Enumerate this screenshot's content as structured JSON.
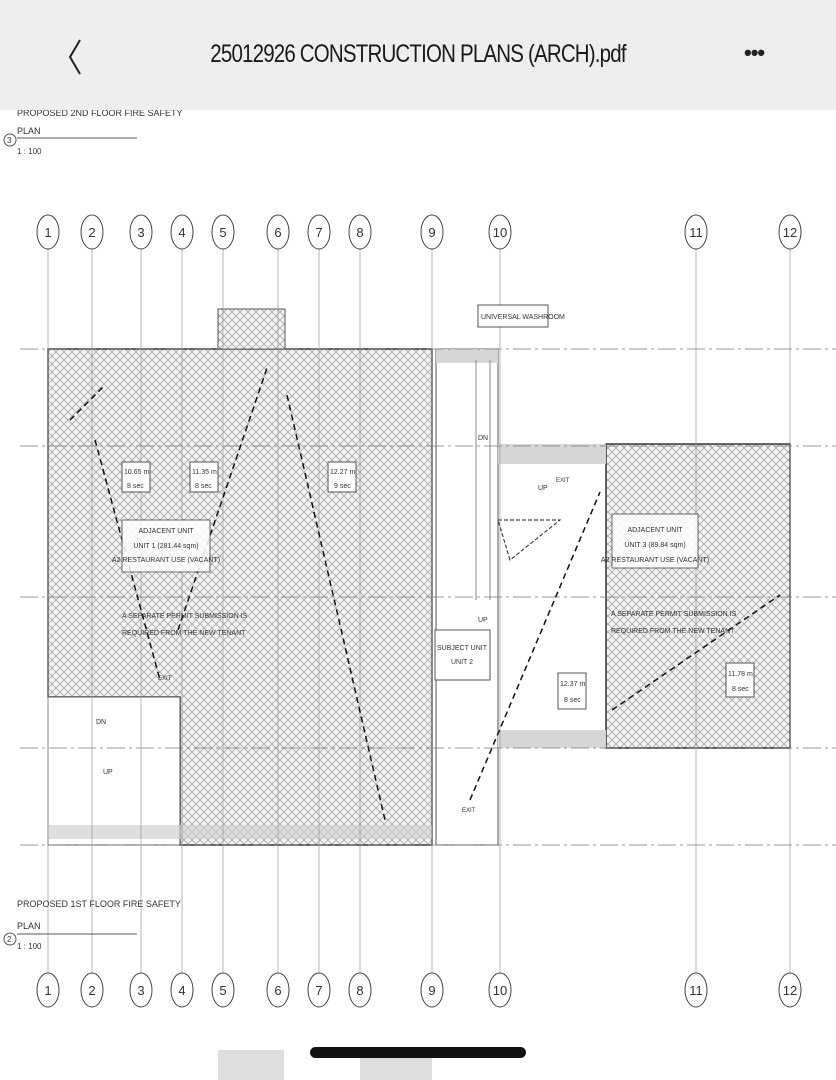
{
  "header": {
    "title": "25012926 CONSTRUCTION PLANS (ARCH).pdf",
    "back_icon": "chevron-left-icon",
    "more_icon": "ellipsis-icon"
  },
  "plan_top": {
    "title": "PROPOSED 2ND FLOOR FIRE SAFETY",
    "plan": "PLAN",
    "scale": "1 : 100",
    "number": "3"
  },
  "plan_bottom": {
    "title": "PROPOSED 1ST FLOOR FIRE SAFETY",
    "plan": "PLAN",
    "scale": "1 : 100",
    "number": "2"
  },
  "grid_labels": [
    "1",
    "2",
    "3",
    "4",
    "5",
    "6",
    "7",
    "8",
    "9",
    "10",
    "11",
    "12"
  ],
  "annotations": {
    "universal_washroom": "UNIVERSAL WASHROOM",
    "d1": "10.65 m",
    "t1": "8 sec",
    "d2": "11.35 m",
    "t2": "8 sec",
    "d3": "12.27 m",
    "t3": "9 sec",
    "d4": "12.37 m",
    "t4": "8 sec",
    "d5": "11.78 m",
    "t5": "8 sec",
    "adj1_l1": "ADJACENT UNIT",
    "adj1_l2": "UNIT 1 (281.44 sqm)",
    "adj1_l3": "A2 RESTAURANT USE (VACANT)",
    "adj3_l1": "ADJACENT UNIT",
    "adj3_l2": "UNIT 3 (89.84 sqm)",
    "adj3_l3": "A2 RESTAURANT USE (VACANT)",
    "permit_l1": "A SEPARATE PERMIT SUBMISSION IS",
    "permit_l2": "REQUIRED FROM THE NEW TENANT",
    "subject_l1": "SUBJECT UNIT",
    "subject_l2": "UNIT 2",
    "dn": "DN",
    "up": "UP",
    "exit": "EXIT"
  }
}
